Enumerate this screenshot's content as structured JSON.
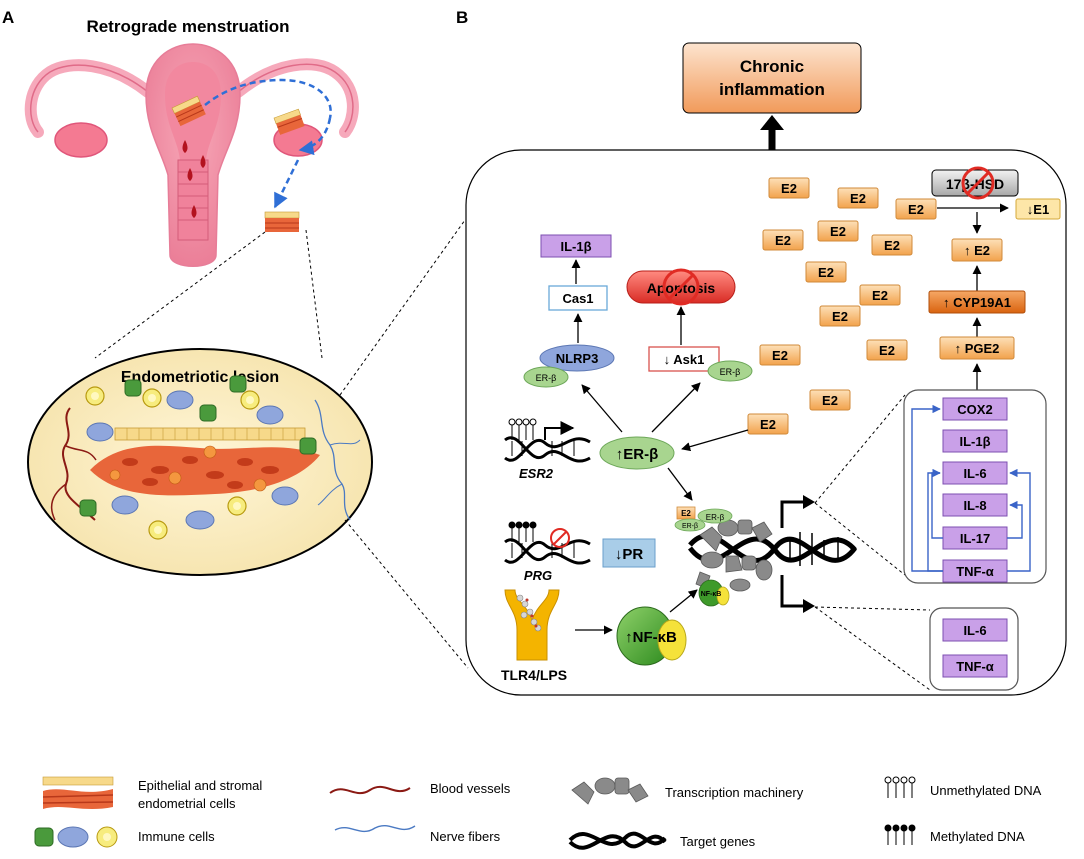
{
  "panels": {
    "a": "A",
    "b": "B"
  },
  "panel_a": {
    "title": "Retrograde menstruation",
    "lesion_label": "Endometriotic lesion"
  },
  "panel_b": {
    "outcome": {
      "line1": "Chronic",
      "line2": "inflammation"
    },
    "e2_label": "E2",
    "hsd": "17β-HSD",
    "e1": "↓E1",
    "e2_up": "↑ E2",
    "cyp": "↑ CYP19A1",
    "pge2": "↑ PGE2",
    "il1b_top": "IL-1β",
    "cas1": "Cas1",
    "nlrp3": "NLRP3",
    "er_beta_small": "ER-β",
    "apoptosis": "Apoptosis",
    "ask1": "↓ Ask1",
    "er_beta_up": "↑ER-β",
    "esr2": "ESR2",
    "prg": "PRG",
    "pr_down": "↓PR",
    "nfkb_up": "↑NF-κB",
    "nfkb_small": "NF-κB",
    "tlr4": "TLR4/LPS",
    "genes_box1": [
      "COX2",
      "IL-1β",
      "IL-6",
      "IL-8",
      "IL-17",
      "TNF-α"
    ],
    "genes_box2": [
      "IL-6",
      "TNF-α"
    ]
  },
  "legend": {
    "epithelial_line1": "Epithelial and stromal",
    "epithelial_line2": "endometrial cells",
    "immune": "Immune cells",
    "blood": "Blood vessels",
    "nerve": "Nerve fibers",
    "machinery": "Transcription machinery",
    "target": "Target genes",
    "unmethylated": "Unmethylated DNA",
    "methylated": "Methylated DNA"
  },
  "colors": {
    "e2_fill": "#f7b56a",
    "gene_fill": "#c9a0e8",
    "er_green": "#a8d58f",
    "nlrp3_blue": "#8fa6dc",
    "apoptosis_red": "#e9423b",
    "cyp_orange": "#e8761a",
    "outcome_fill": "#f6b27a"
  }
}
